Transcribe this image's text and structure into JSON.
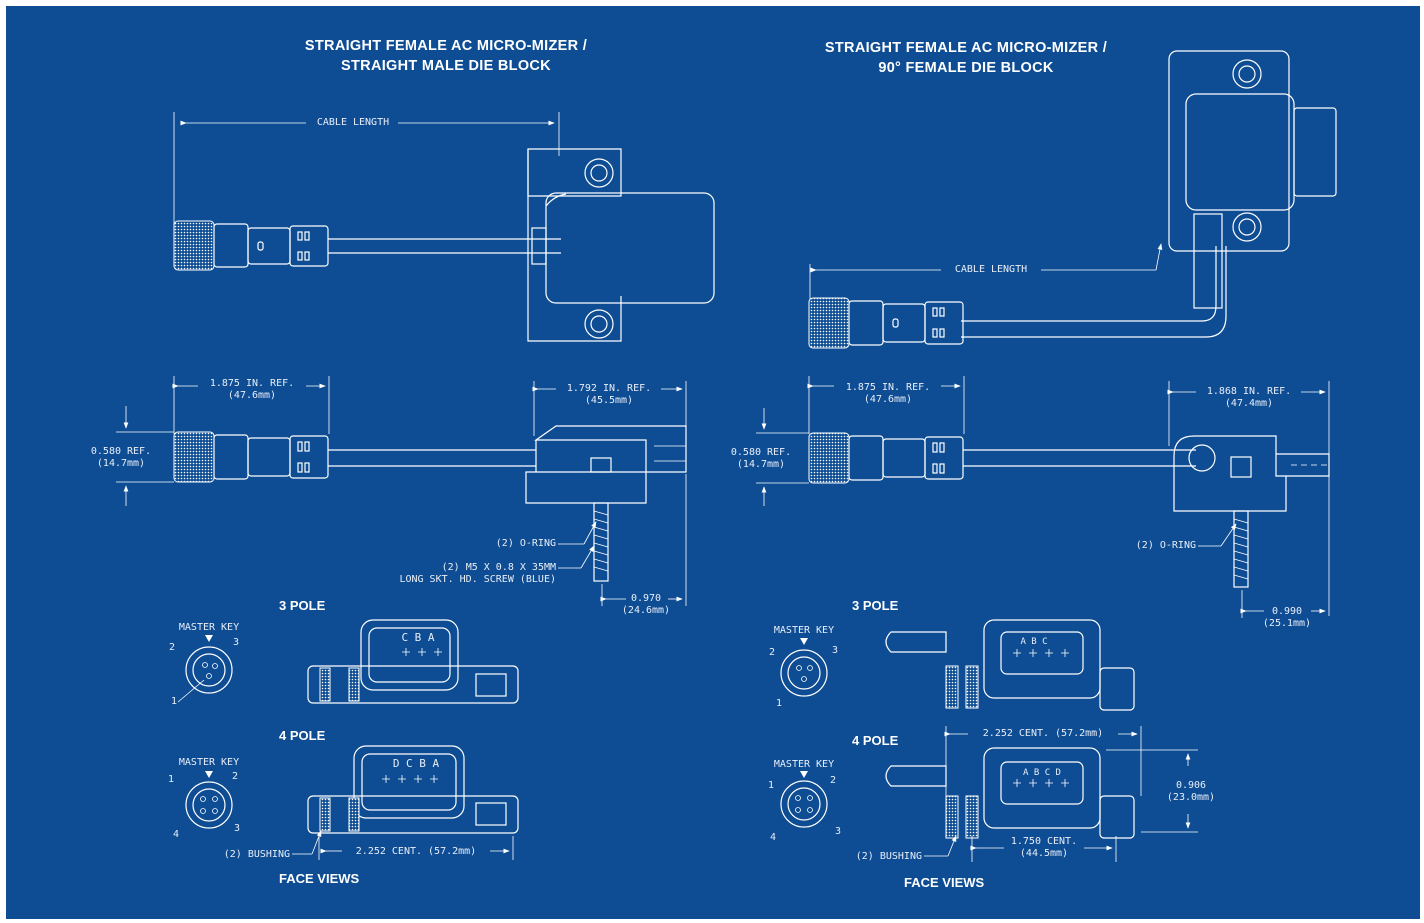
{
  "background_color": "#0e4d94",
  "line_color": "#ffffff",
  "left": {
    "title_line1": "STRAIGHT FEMALE AC MICRO-MIZER /",
    "title_line2": "STRAIGHT MALE DIE BLOCK",
    "cable_length": "CABLE LENGTH",
    "dim_connector": [
      "1.875  IN.  REF.",
      "(47.6mm)"
    ],
    "dim_block": [
      "1.792  IN.  REF.",
      "(45.5mm)"
    ],
    "dim_height": [
      "0.580  REF.",
      "(14.7mm)"
    ],
    "oring": "(2)  O-RING",
    "screw": [
      "(2)  M5  X  0.8  X  35MM",
      "LONG  SKT.  HD.  SCREW  (BLUE)"
    ],
    "dim_screw": [
      "0.970",
      "(24.6mm)"
    ],
    "three_pole": "3 POLE",
    "four_pole": "4 POLE",
    "master_key_3": "MASTER  KEY",
    "master_key_4": "MASTER  KEY",
    "pins_3": [
      "2",
      "3",
      "1"
    ],
    "pins_4": [
      "1",
      "2",
      "4",
      "3"
    ],
    "letters_3": "C  B  A",
    "letters_4": "D  C  B  A",
    "bushing": "(2)  BUSHING",
    "dim_center": "2.252  CENT.  (57.2mm)",
    "face_views": "FACE VIEWS"
  },
  "right": {
    "title_line1": "STRAIGHT FEMALE AC MICRO-MIZER /",
    "title_line2": "90° FEMALE DIE BLOCK",
    "cable_length": "CABLE  LENGTH",
    "dim_connector": [
      "1.875  IN.  REF.",
      "(47.6mm)"
    ],
    "dim_block": [
      "1.868  IN.  REF.",
      "(47.4mm)"
    ],
    "dim_height": [
      "0.580  REF.",
      "(14.7mm)"
    ],
    "oring": "(2)  O-RING",
    "dim_screw": [
      "0.990",
      "(25.1mm)"
    ],
    "three_pole": "3 POLE",
    "four_pole": "4 POLE",
    "master_key_3": "MASTER  KEY",
    "master_key_4": "MASTER  KEY",
    "pins_3": [
      "2",
      "3",
      "1"
    ],
    "pins_4": [
      "1",
      "2",
      "4",
      "3"
    ],
    "letters_3": "A  B  C",
    "letters_4": "A  B  C  D",
    "dim_center": "2.252  CENT.  (57.2mm)",
    "dim_height2": [
      "0.906",
      "(23.0mm)"
    ],
    "dim_center2": [
      "1.750  CENT.",
      "(44.5mm)"
    ],
    "bushing": "(2)  BUSHING",
    "face_views": "FACE VIEWS"
  }
}
